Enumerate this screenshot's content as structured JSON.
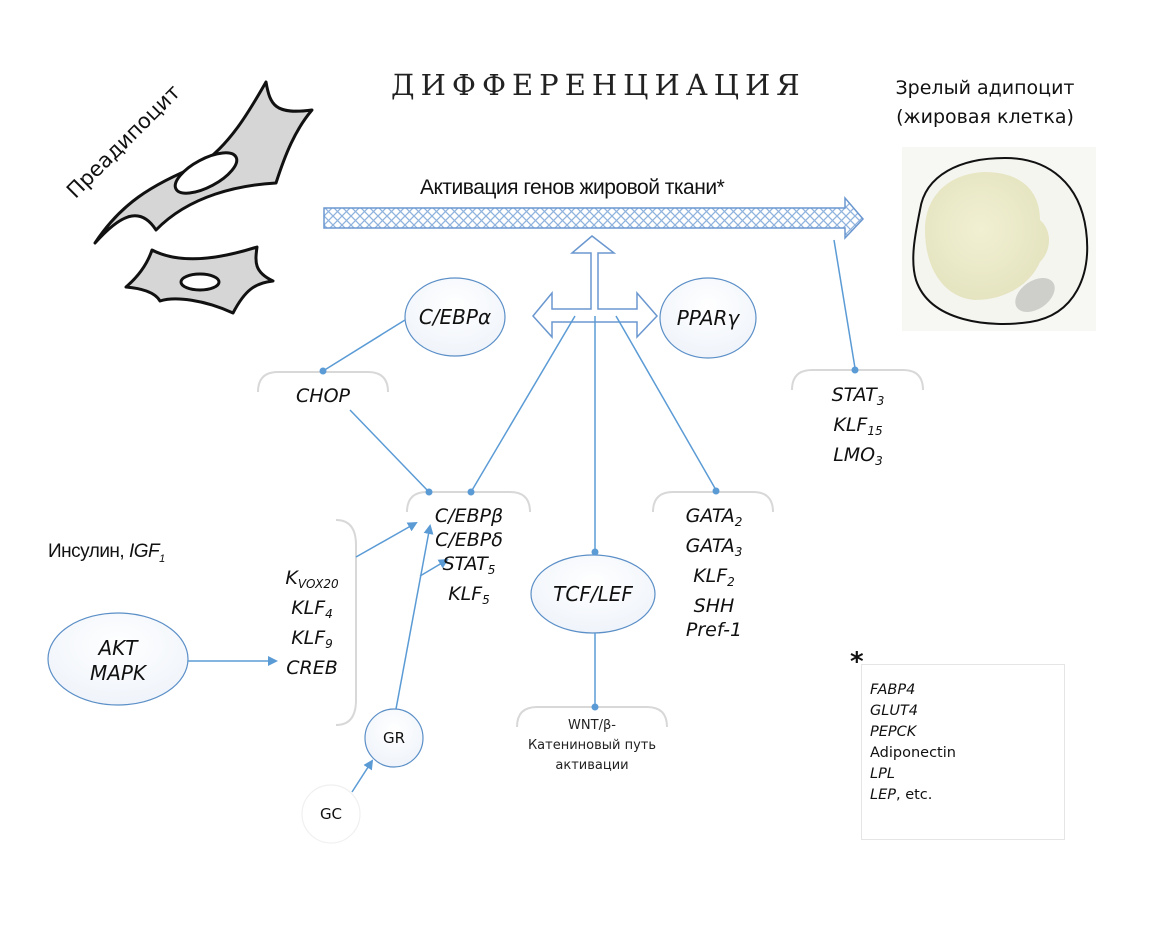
{
  "title": "ДИФФЕРЕНЦИАЦИЯ",
  "activation_label": "Активация генов жировой ткани*",
  "preadipocyte_label": "Преадипоцит",
  "mature_adipocyte_label": [
    "Зрелый адипоцит",
    "(жировая клетка)"
  ],
  "central_nodes": {
    "cebp_alpha": "C/EBPα",
    "ppar_gamma": "PPARγ",
    "tcf_lef": "TCF/LEF"
  },
  "groups": {
    "chop": [
      "CHOP"
    ],
    "cebp_beta_group": [
      {
        "base": "C/EBPβ",
        "sub": ""
      },
      {
        "base": "C/EBPδ",
        "sub": ""
      },
      {
        "base": "STAT",
        "sub": "5"
      },
      {
        "base": "KLF",
        "sub": "5"
      }
    ],
    "gata_group": [
      {
        "base": "GATA",
        "sub": "2"
      },
      {
        "base": "GATA",
        "sub": "3"
      },
      {
        "base": "KLF",
        "sub": "2"
      },
      {
        "base": "SHH",
        "sub": ""
      },
      {
        "base": "Pref-1",
        "sub": ""
      }
    ],
    "stat3_group": [
      {
        "base": "STAT",
        "sub": "3"
      },
      {
        "base": "KLF",
        "sub": "15"
      },
      {
        "base": "LMO",
        "sub": "3"
      }
    ],
    "kvox_group": [
      {
        "base": "K",
        "sub": "VOX20"
      },
      {
        "base": "KLF",
        "sub": "4"
      },
      {
        "base": "KLF",
        "sub": "9"
      },
      {
        "base": "CREB",
        "sub": ""
      }
    ],
    "wnt": [
      "WNT/β-",
      "Катениновый путь",
      "активации"
    ]
  },
  "insulin_label": {
    "text": "Инсулин, ",
    "italic": "IGF",
    "sub": "1"
  },
  "akt_mapk": [
    "AKT",
    "MAPK"
  ],
  "gr": "GR",
  "gc": "GC",
  "footnote": {
    "marker": "*",
    "items": [
      {
        "text": "FABP4",
        "italic": true
      },
      {
        "text": "GLUT4",
        "italic": true
      },
      {
        "text": "PEPCK",
        "italic": true
      },
      {
        "text": "Adiponectin",
        "italic": false
      },
      {
        "text": "LPL",
        "italic": true
      },
      {
        "text": "LEP",
        "italic": true,
        "suffix": ", etc."
      }
    ]
  },
  "colors": {
    "line": "#5b9bd5",
    "node_stroke": "#5b8fc7",
    "cell_fill": "#d6d6d6",
    "fat_droplet": "#ecebc8",
    "bracket": "#d9d9d9"
  }
}
